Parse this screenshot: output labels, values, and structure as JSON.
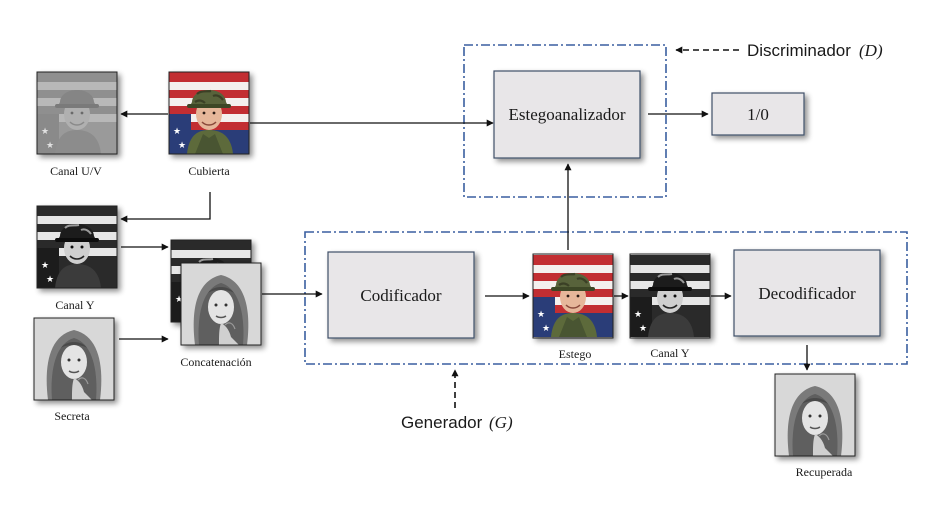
{
  "discriminator": {
    "label": "Discriminador",
    "symbol": "(D)"
  },
  "generator": {
    "label": "Generador",
    "symbol": "(G)"
  },
  "blocks": {
    "steganalyzer": "Estegoanalizador",
    "output": "1/0",
    "encoder": "Codificador",
    "decoder": "Decodificador"
  },
  "images": {
    "uv_channel": {
      "caption": "Canal  U/V",
      "tone": "gray"
    },
    "cover": {
      "caption": "Cubierta",
      "tone": "color"
    },
    "y_channel": {
      "caption": "Canal Y",
      "tone": "high-contrast"
    },
    "secret": {
      "caption": "Secreta",
      "tone": "grayscale"
    },
    "concatenation": {
      "caption": "Concatenación",
      "tone": "stacked"
    },
    "stego": {
      "caption": "Estego",
      "tone": "color"
    },
    "stego_y_channel": {
      "caption": "Canal Y",
      "tone": "high-contrast"
    },
    "recovered": {
      "caption": "Recuperada",
      "tone": "grayscale"
    }
  },
  "colors": {
    "frame": "#3a5fa0",
    "block_fill": "#e8e6e8",
    "block_stroke": "#3f4f68",
    "arrow": "#111111"
  }
}
